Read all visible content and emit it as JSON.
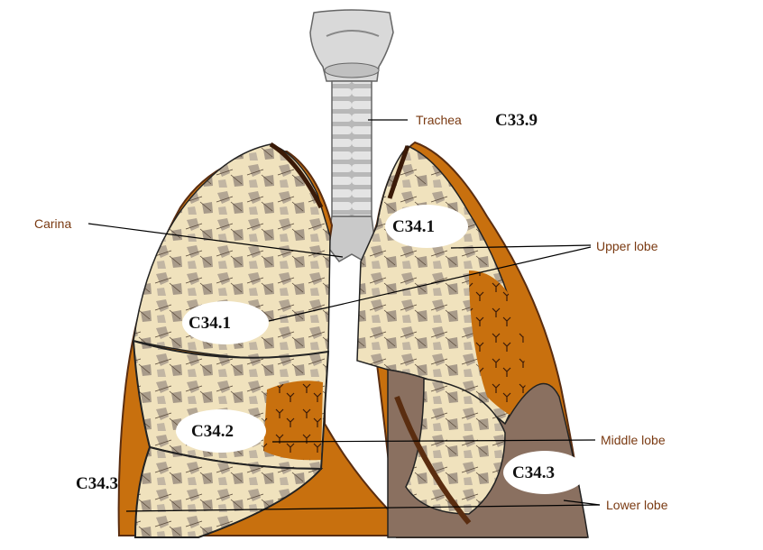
{
  "diagram": {
    "labels": {
      "trachea": "Trachea",
      "carina": "Carina",
      "upper_lobe": "Upper lobe",
      "middle_lobe": "Middle lobe",
      "lower_lobe": "Lower lobe"
    },
    "codes": {
      "trachea_code": "C33.9",
      "upper_left": "C34.1",
      "upper_right": "C34.1",
      "middle": "C34.2",
      "lower_left": "C34.3",
      "lower_right": "C34.3"
    },
    "colors": {
      "label_text": "#7a3a12",
      "lung_orange": "#c8700e",
      "lung_dark": "#7a3b12",
      "tissue_cream": "#f0e2bd",
      "tissue_grey": "#b0a493",
      "lower_lobe_shade": "#8a7060",
      "trachea_grey": "#c8c8c8",
      "leader_line": "#000000"
    }
  }
}
